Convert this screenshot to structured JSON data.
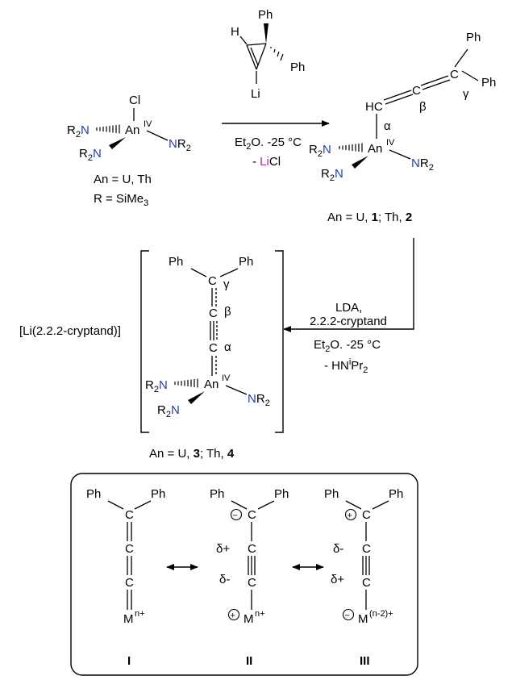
{
  "colors": {
    "metal_label": "#b0308a",
    "nitrogen": "#2440a8",
    "line": "#000000"
  },
  "atoms": {
    "Ph": "Ph",
    "H": "H",
    "Li": "Li",
    "Cl": "Cl",
    "HC": "HC",
    "C": "C",
    "R2": "R",
    "sub2": "2",
    "N": "N",
    "An": "An",
    "M": "M",
    "ox4": "IV"
  },
  "greek": {
    "alpha": "α",
    "beta": "β",
    "gamma": "γ"
  },
  "charges": {
    "minus": "−",
    "plus": "+",
    "dplus": "δ+",
    "dminus": "δ-"
  },
  "start": {
    "caption1": "An = U, Th",
    "caption2_pre": "R = SiMe",
    "caption2_sub": "3"
  },
  "step1": {
    "cond1_pre": "Et",
    "cond1_sub": "2",
    "cond1_post": "O. -25 °C",
    "cond2_pre": "- ",
    "cond2_li": "Li",
    "cond2_post": "Cl"
  },
  "product1": {
    "caption_pre": "An = U, ",
    "caption_n1": "1",
    "caption_mid": "; Th, ",
    "caption_n2": "2"
  },
  "step2": {
    "above1": "LDA,",
    "above2": "2.2.2-cryptand",
    "below1_pre": "Et",
    "below1_sub": "2",
    "below1_post": "O. -25 °C",
    "below2_pre": "- HN",
    "below2_sup": "i",
    "below2_post": "Pr",
    "below2_sub": "2"
  },
  "product2": {
    "cation": "[Li(2.2.2-cryptand)]",
    "caption_pre": "An = U, ",
    "caption_n1": "3",
    "caption_mid": "; Th, ",
    "caption_n2": "4"
  },
  "resonance": {
    "labels": [
      "I",
      "II",
      "III"
    ],
    "charge_I": "n+",
    "charge_II": "n+",
    "charge_III": "(n-2)+"
  }
}
